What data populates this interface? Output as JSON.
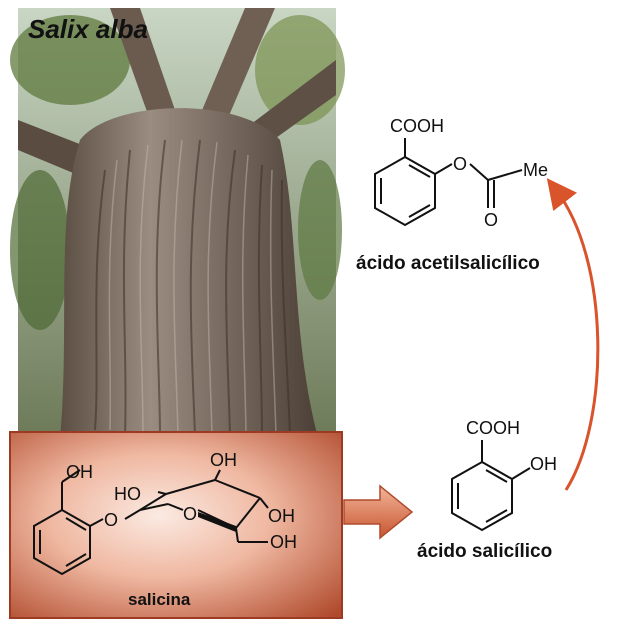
{
  "photo": {
    "species_label": "Salix alba"
  },
  "compounds": {
    "acetylsalicylic": {
      "name": "ácido acetilsalicílico",
      "groups": {
        "acid": "COOH",
        "ester_o": "O",
        "carbonyl_o": "O",
        "methyl": "Me"
      }
    },
    "salicylic": {
      "name": "ácido salicílico",
      "groups": {
        "acid": "COOH",
        "hydroxyl": "OH"
      }
    },
    "salicin": {
      "name": "salicina",
      "groups": {
        "benzyl_oh": "OH",
        "aryl_o": "O",
        "ring_o": "O",
        "c2_oh": "HO",
        "c3_oh": "OH",
        "c4_oh": "OH",
        "c6_oh": "OH"
      }
    }
  },
  "colors": {
    "box_fill_light": "#f4d0c0",
    "box_fill_dark": "#b04a2c",
    "box_border": "#9c3b22",
    "arrow_fill": "#c8552f",
    "curve_arrow": "#d9532b"
  }
}
